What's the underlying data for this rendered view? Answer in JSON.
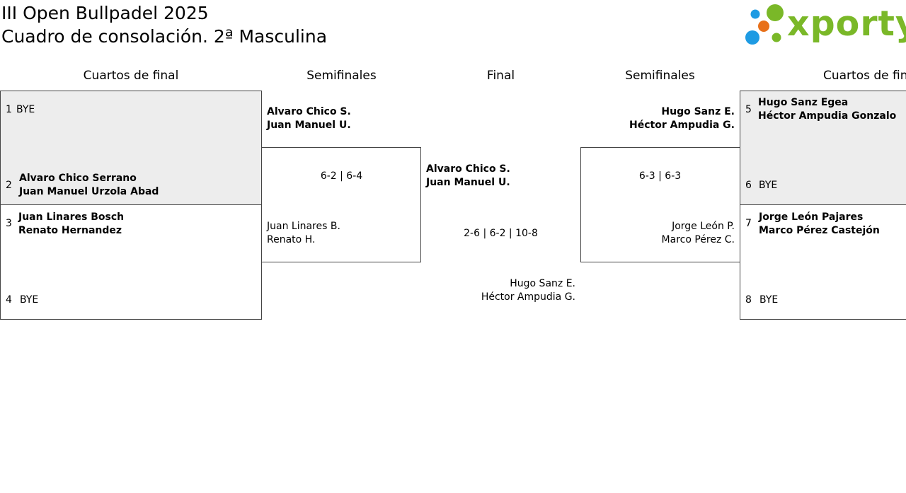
{
  "header": {
    "title_line1": "III Open Bullpadel 2025",
    "title_line2": "Cuadro de consolación. 2ª Masculina",
    "logo_text": "xporty"
  },
  "rounds": {
    "left_quarter": "Cuartos de final",
    "left_semi": "Semifinales",
    "final": "Final",
    "right_semi": "Semifinales",
    "right_quarter": "Cuartos de fin"
  },
  "left_quarter": {
    "s1": {
      "seed": "1",
      "p1": "BYE"
    },
    "s2": {
      "seed": "2",
      "p1": "Alvaro Chico Serrano",
      "p2": "Juan Manuel Urzola Abad"
    },
    "s3": {
      "seed": "3",
      "p1": "Juan Linares Bosch",
      "p2": "Renato Hernandez"
    },
    "s4": {
      "seed": "4",
      "p1": "BYE"
    }
  },
  "left_semi": {
    "top": {
      "p1": "Alvaro Chico S.",
      "p2": "Juan Manuel U."
    },
    "score": "6-2 | 6-4",
    "bottom": {
      "p1": "Juan Linares B.",
      "p2": "Renato H."
    }
  },
  "final": {
    "top": {
      "p1": "Alvaro Chico S.",
      "p2": "Juan Manuel U."
    },
    "score": "2-6 | 6-2 | 10-8",
    "bottom": {
      "p1": "Hugo Sanz E.",
      "p2": "Héctor Ampudia G."
    }
  },
  "right_semi": {
    "top": {
      "p1": "Hugo Sanz E.",
      "p2": "Héctor Ampudia G."
    },
    "score": "6-3 | 6-3",
    "bottom": {
      "p1": "Jorge León P.",
      "p2": "Marco Pérez C."
    }
  },
  "right_quarter": {
    "s5": {
      "seed": "5",
      "p1": "Hugo Sanz Egea",
      "p2": "Héctor Ampudia Gonzalo"
    },
    "s6": {
      "seed": "6",
      "p1": "BYE"
    },
    "s7": {
      "seed": "7",
      "p1": "Jorge León Pajares",
      "p2": "Marco Pérez Castejón"
    },
    "s8": {
      "seed": "8",
      "p1": "BYE"
    }
  },
  "colors": {
    "logo_green": "#7ab828",
    "logo_blue": "#1e9be3",
    "logo_orange": "#e8701a",
    "shaded_bg": "#ededed",
    "border": "#444444"
  }
}
